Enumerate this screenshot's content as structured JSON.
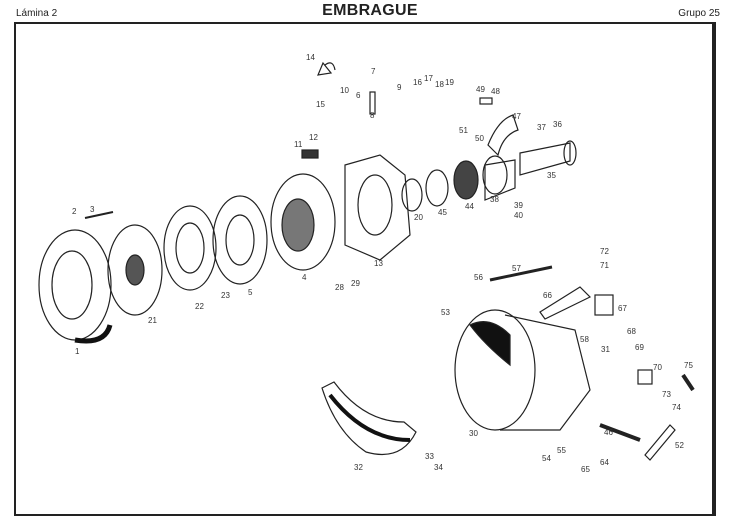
{
  "header": {
    "sheet": "Lámina 2",
    "title": "EMBRAGUE",
    "group": "Grupo 25"
  },
  "part_labels": [
    "1",
    "2",
    "3",
    "4",
    "5",
    "6",
    "7",
    "8",
    "9",
    "10",
    "11",
    "12",
    "13",
    "14",
    "15",
    "16",
    "17",
    "18",
    "19",
    "20",
    "21",
    "22",
    "23",
    "28",
    "29",
    "30",
    "31",
    "32",
    "33",
    "34",
    "35",
    "36",
    "37",
    "38",
    "39",
    "40",
    "44",
    "45",
    "46",
    "47",
    "48",
    "49",
    "50",
    "51",
    "52",
    "53",
    "54",
    "55",
    "56",
    "57",
    "58",
    "64",
    "65",
    "66",
    "67",
    "68",
    "69",
    "70",
    "71",
    "72",
    "73",
    "74",
    "75"
  ]
}
